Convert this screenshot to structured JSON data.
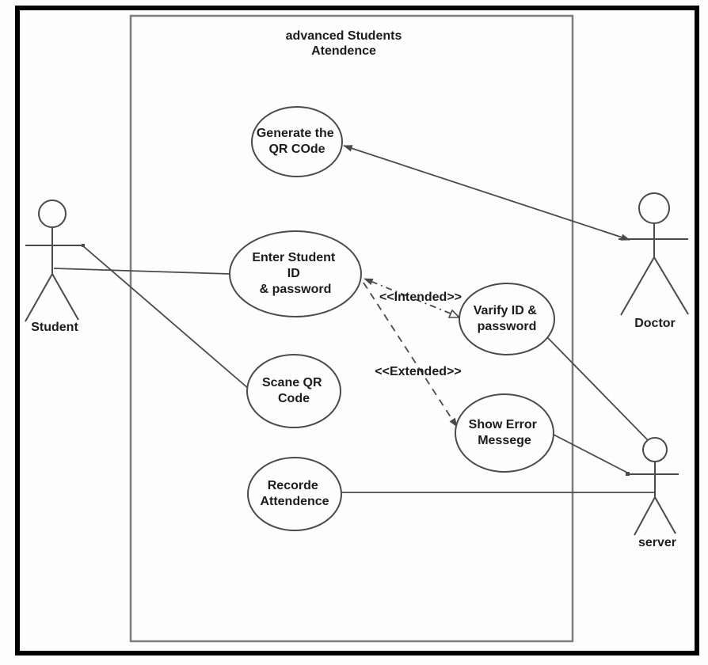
{
  "diagram": {
    "title_line1": "advanced Students",
    "title_line2": "Atendence"
  },
  "actors": {
    "student": {
      "label": "Student"
    },
    "doctor": {
      "label": "Doctor"
    },
    "server": {
      "label": "server"
    }
  },
  "use_cases": {
    "generate_qr": {
      "line1": "Generate the",
      "line2": "QR COde"
    },
    "enter_id": {
      "line1": "Enter Student",
      "line2": "ID",
      "line3": "& password"
    },
    "scan_qr": {
      "line1": "Scane QR",
      "line2": "Code"
    },
    "record_attendance": {
      "line1": "Recorde",
      "line2": "Attendence"
    },
    "verify_id": {
      "line1": "Varify ID &",
      "line2": "password"
    },
    "show_error": {
      "line1": "Show Error",
      "line2": "Messege"
    }
  },
  "relationships": {
    "intended_label": "<<Intended>>",
    "extended_label": "<<Extended>>"
  },
  "colors": {
    "line": "#4a4a4a",
    "boundary": "#7d7d7d",
    "text": "#1c1c1c",
    "border": "#000000",
    "background": "#fdfdfd"
  }
}
